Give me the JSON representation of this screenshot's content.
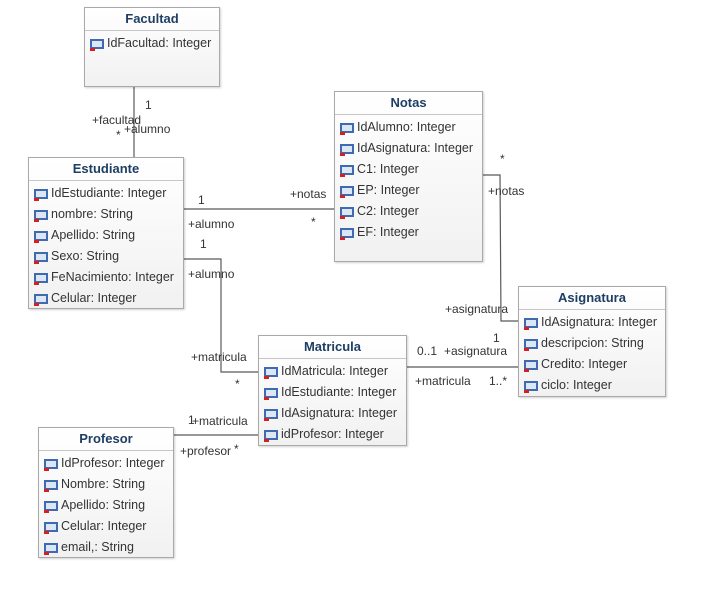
{
  "classes": {
    "facultad": {
      "name": "Facultad",
      "attributes": [
        "IdFacultad: Integer"
      ]
    },
    "estudiante": {
      "name": "Estudiante",
      "attributes": [
        "IdEstudiante: Integer",
        "nombre: String",
        "Apellido: String",
        "Sexo: String",
        "FeNacimiento: Integer",
        "Celular: Integer"
      ]
    },
    "notas": {
      "name": "Notas",
      "attributes": [
        "IdAlumno: Integer",
        "IdAsignatura: Integer",
        "C1: Integer",
        "EP: Integer",
        "C2: Integer",
        "EF: Integer"
      ]
    },
    "asignatura": {
      "name": "Asignatura",
      "attributes": [
        "IdAsignatura: Integer",
        "descripcion: String",
        "Credito: Integer",
        "ciclo: Integer"
      ]
    },
    "matricula": {
      "name": "Matricula",
      "attributes": [
        "IdMatricula: Integer",
        "IdEstudiante: Integer",
        "IdAsignatura: Integer",
        "idProfesor: Integer"
      ]
    },
    "profesor": {
      "name": "Profesor",
      "attributes": [
        "IdProfesor: Integer",
        "Nombre: String",
        "Apellido: String",
        "Celular: Integer",
        "email,: String"
      ]
    }
  },
  "labels": {
    "fac_mult_1": "1",
    "fac_role_facultad": "+facultad",
    "fac_role_alumno": "+alumno",
    "fac_mult_star": "*",
    "est_notas_mult_1": "1",
    "est_notas_role_notas": "+notas",
    "est_notas_role_alumno": "+alumno",
    "est_notas_mult_star": "*",
    "est_mat_mult_1": "1",
    "est_mat_role_alumno": "+alumno",
    "est_mat_role_matricula": "+matricula",
    "est_mat_mult_star": "*",
    "notas_asig_mult_star": "*",
    "notas_asig_role_notas": "+notas",
    "notas_asig_role_asignatura": "+asignatura",
    "notas_asig_mult_1": "1",
    "mat_asig_mult_01": "0..1",
    "mat_asig_role_asignatura": "+asignatura",
    "mat_asig_role_matricula": "+matricula",
    "mat_asig_mult_1n": "1..*",
    "prof_mat_mult_1": "1",
    "prof_mat_role_matricula": "+matricula",
    "prof_mat_role_profesor": "+profesor",
    "prof_mat_mult_star": "*"
  }
}
